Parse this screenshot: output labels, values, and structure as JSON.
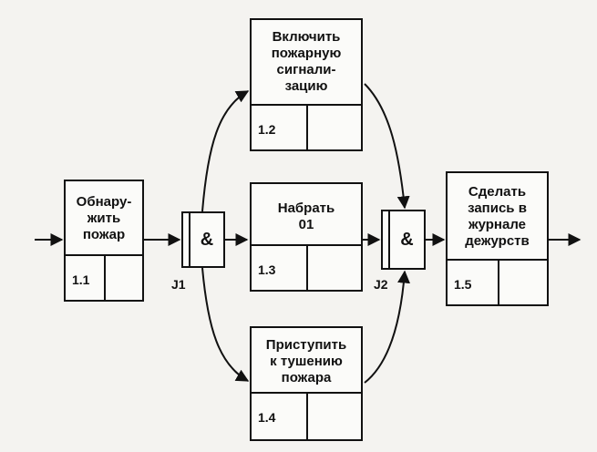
{
  "boxes": [
    {
      "id": "b11",
      "label": "Обнару-\nжить\nпожар",
      "number": "1.1"
    },
    {
      "id": "b12",
      "label": "Включить\nпожарную\nсигнали-\nзацию",
      "number": "1.2"
    },
    {
      "id": "b13",
      "label": "Набрать\n01",
      "number": "1.3"
    },
    {
      "id": "b14",
      "label": "Приступить\nк тушению\nпожара",
      "number": "1.4"
    },
    {
      "id": "b15",
      "label": "Сделать\nзапись в\nжурнале\nдежурств",
      "number": "1.5"
    }
  ],
  "junctions": [
    {
      "id": "j1",
      "symbol": "&",
      "label": "J1"
    },
    {
      "id": "j2",
      "symbol": "&",
      "label": "J2"
    }
  ],
  "colors": {
    "line": "#111111",
    "background": "#f4f3f0"
  }
}
